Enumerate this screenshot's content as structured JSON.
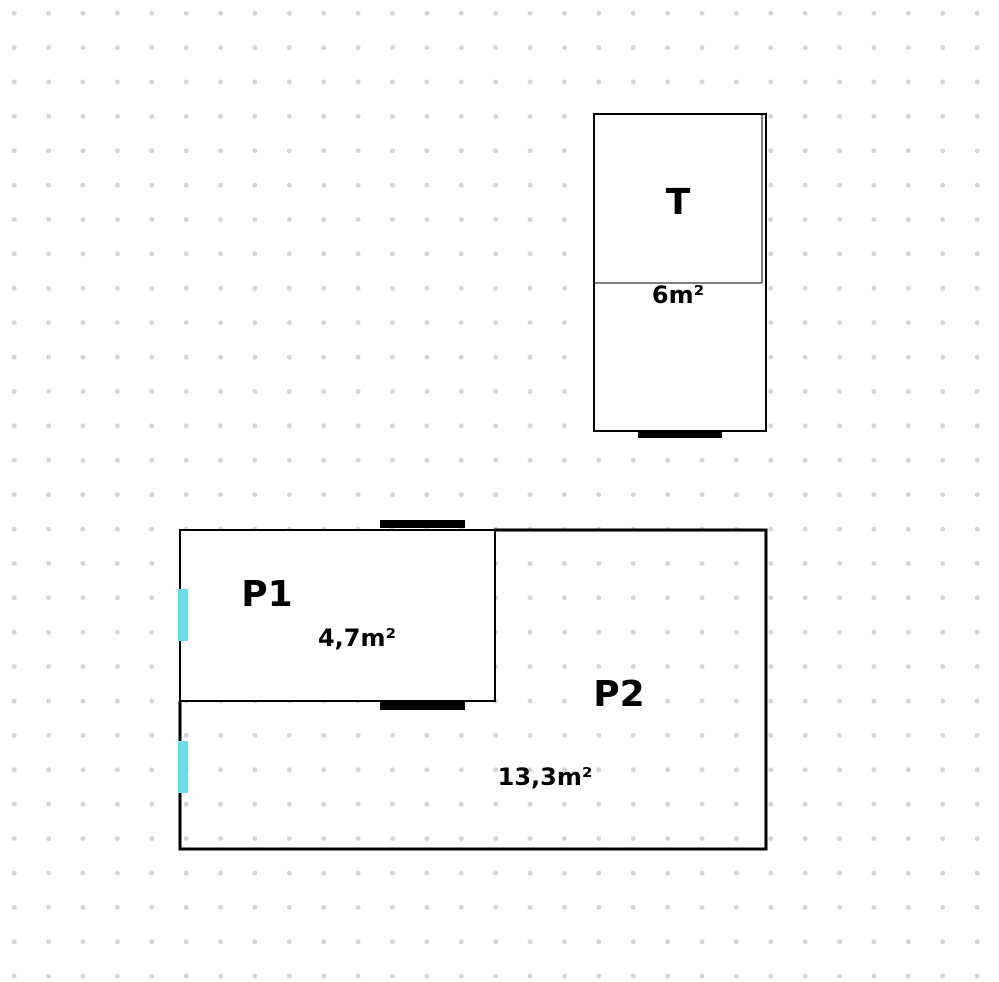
{
  "plan": {
    "colors": {
      "wall": "#000000",
      "door": "#000000",
      "window": "#66dfe6",
      "dot_grid": "#d3d3dd"
    },
    "rooms": [
      {
        "id": "T",
        "name": "T",
        "area": "6m²"
      },
      {
        "id": "P1",
        "name": "P1",
        "area": "4,7m²"
      },
      {
        "id": "P2",
        "name": "P2",
        "area": "13,3m²"
      }
    ]
  }
}
